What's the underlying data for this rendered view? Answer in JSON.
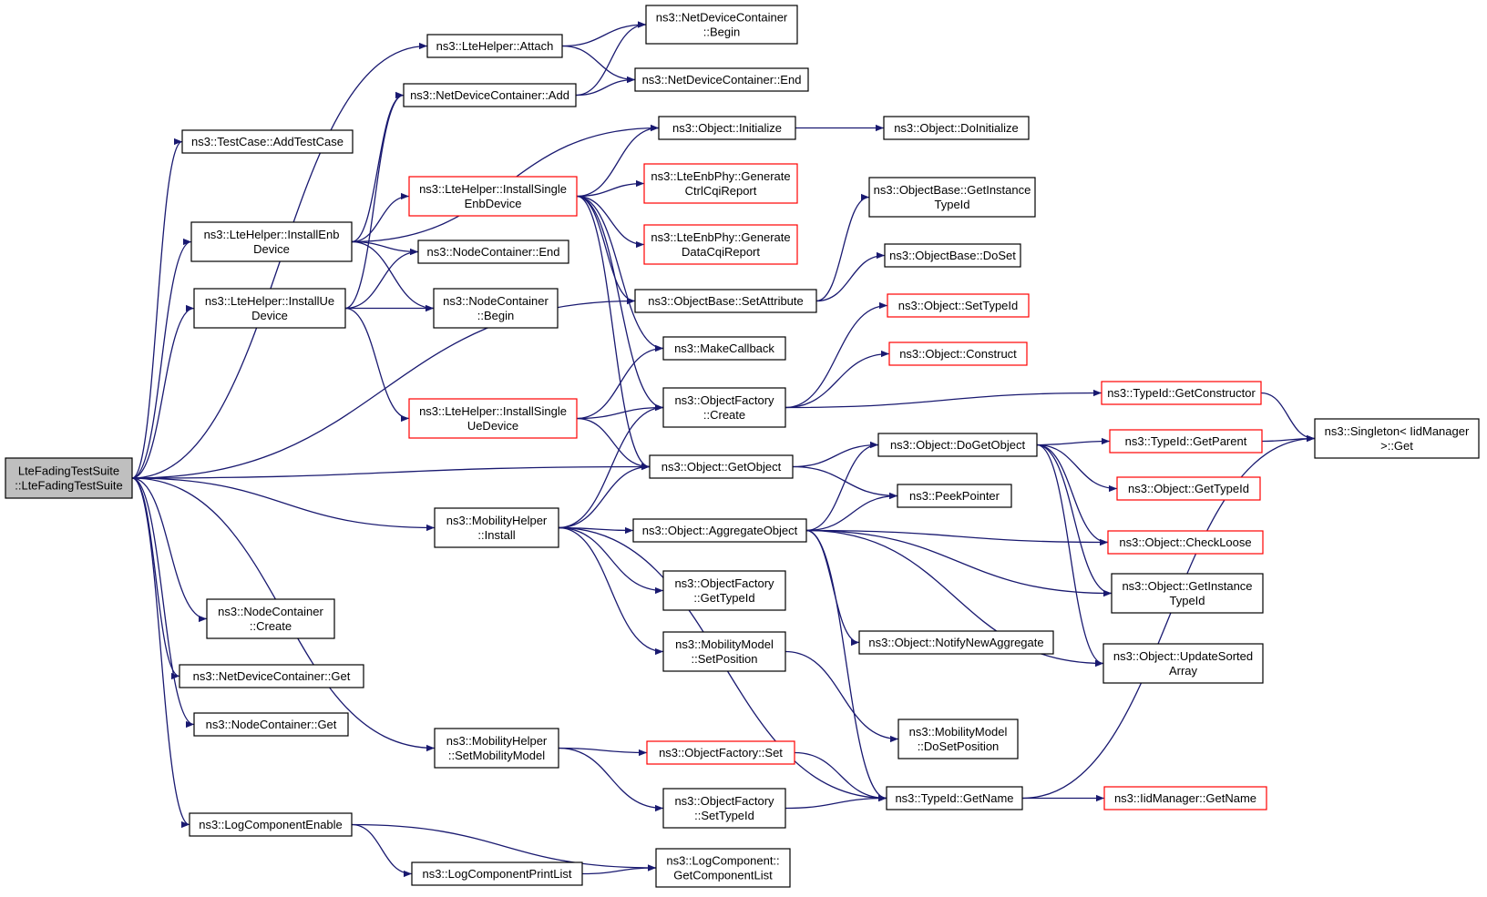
{
  "graph": {
    "edge_color": "#191970",
    "external_border_color": "#ff0000",
    "root_fill": "#bfbfbf",
    "nodes": [
      {
        "id": "root",
        "lines": [
          "LteFadingTestSuite",
          "::LteFadingTestSuite"
        ],
        "style": "root"
      },
      {
        "id": "addtestcase",
        "lines": [
          "ns3::TestCase::AddTestCase"
        ],
        "style": "normal"
      },
      {
        "id": "attach",
        "lines": [
          "ns3::LteHelper::Attach"
        ],
        "style": "normal"
      },
      {
        "id": "ndc_begin",
        "lines": [
          "ns3::NetDeviceContainer",
          "::Begin"
        ],
        "style": "normal"
      },
      {
        "id": "ndc_end",
        "lines": [
          "ns3::NetDeviceContainer::End"
        ],
        "style": "normal"
      },
      {
        "id": "ndc_add",
        "lines": [
          "ns3::NetDeviceContainer::Add"
        ],
        "style": "normal"
      },
      {
        "id": "obj_initialize",
        "lines": [
          "ns3::Object::Initialize"
        ],
        "style": "normal"
      },
      {
        "id": "obj_doinitialize",
        "lines": [
          "ns3::Object::DoInitialize"
        ],
        "style": "normal"
      },
      {
        "id": "install_single_enb",
        "lines": [
          "ns3::LteHelper::InstallSingle",
          "EnbDevice"
        ],
        "style": "red"
      },
      {
        "id": "gen_ctrl",
        "lines": [
          "ns3::LteEnbPhy::Generate",
          "CtrlCqiReport"
        ],
        "style": "red"
      },
      {
        "id": "gen_data",
        "lines": [
          "ns3::LteEnbPhy::Generate",
          "DataCqiReport"
        ],
        "style": "red"
      },
      {
        "id": "install_enb",
        "lines": [
          "ns3::LteHelper::InstallEnb",
          "Device"
        ],
        "style": "normal"
      },
      {
        "id": "nc_end",
        "lines": [
          "ns3::NodeContainer::End"
        ],
        "style": "normal"
      },
      {
        "id": "ob_getinstancetypeid",
        "lines": [
          "ns3::ObjectBase::GetInstance",
          "TypeId"
        ],
        "style": "normal"
      },
      {
        "id": "ob_doset",
        "lines": [
          "ns3::ObjectBase::DoSet"
        ],
        "style": "normal"
      },
      {
        "id": "install_ue",
        "lines": [
          "ns3::LteHelper::InstallUe",
          "Device"
        ],
        "style": "normal"
      },
      {
        "id": "nc_begin",
        "lines": [
          "ns3::NodeContainer",
          "::Begin"
        ],
        "style": "normal"
      },
      {
        "id": "ob_setattribute",
        "lines": [
          "ns3::ObjectBase::SetAttribute"
        ],
        "style": "normal"
      },
      {
        "id": "obj_settypeid",
        "lines": [
          "ns3::Object::SetTypeId"
        ],
        "style": "red"
      },
      {
        "id": "makecallback",
        "lines": [
          "ns3::MakeCallback"
        ],
        "style": "normal"
      },
      {
        "id": "obj_construct",
        "lines": [
          "ns3::Object::Construct"
        ],
        "style": "red"
      },
      {
        "id": "install_single_ue",
        "lines": [
          "ns3::LteHelper::InstallSingle",
          "UeDevice"
        ],
        "style": "red"
      },
      {
        "id": "of_create",
        "lines": [
          "ns3::ObjectFactory",
          "::Create"
        ],
        "style": "normal"
      },
      {
        "id": "tid_getconstructor",
        "lines": [
          "ns3::TypeId::GetConstructor"
        ],
        "style": "red"
      },
      {
        "id": "singleton_get",
        "lines": [
          "ns3::Singleton< IidManager",
          ">::Get"
        ],
        "style": "normal"
      },
      {
        "id": "obj_dogetobject",
        "lines": [
          "ns3::Object::DoGetObject"
        ],
        "style": "normal"
      },
      {
        "id": "tid_getparent",
        "lines": [
          "ns3::TypeId::GetParent"
        ],
        "style": "red"
      },
      {
        "id": "obj_getobject",
        "lines": [
          "ns3::Object::GetObject"
        ],
        "style": "normal"
      },
      {
        "id": "obj_gettypeid",
        "lines": [
          "ns3::Object::GetTypeId"
        ],
        "style": "red"
      },
      {
        "id": "peekpointer",
        "lines": [
          "ns3::PeekPointer"
        ],
        "style": "normal"
      },
      {
        "id": "mh_install",
        "lines": [
          "ns3::MobilityHelper",
          "::Install"
        ],
        "style": "normal"
      },
      {
        "id": "obj_aggregate",
        "lines": [
          "ns3::Object::AggregateObject"
        ],
        "style": "normal"
      },
      {
        "id": "obj_checkloose",
        "lines": [
          "ns3::Object::CheckLoose"
        ],
        "style": "red"
      },
      {
        "id": "of_gettypeid",
        "lines": [
          "ns3::ObjectFactory",
          "::GetTypeId"
        ],
        "style": "normal"
      },
      {
        "id": "obj_getinstancetypeid",
        "lines": [
          "ns3::Object::GetInstance",
          "TypeId"
        ],
        "style": "normal"
      },
      {
        "id": "nc_create",
        "lines": [
          "ns3::NodeContainer",
          "::Create"
        ],
        "style": "normal"
      },
      {
        "id": "obj_notifynewaggregate",
        "lines": [
          "ns3::Object::NotifyNewAggregate"
        ],
        "style": "normal"
      },
      {
        "id": "mm_setposition",
        "lines": [
          "ns3::MobilityModel",
          "::SetPosition"
        ],
        "style": "normal"
      },
      {
        "id": "obj_updatesortedarray",
        "lines": [
          "ns3::Object::UpdateSorted",
          "Array"
        ],
        "style": "normal"
      },
      {
        "id": "ndc_get",
        "lines": [
          "ns3::NetDeviceContainer::Get"
        ],
        "style": "normal"
      },
      {
        "id": "nc_get",
        "lines": [
          "ns3::NodeContainer::Get"
        ],
        "style": "normal"
      },
      {
        "id": "mm_dosetposition",
        "lines": [
          "ns3::MobilityModel",
          "::DoSetPosition"
        ],
        "style": "normal"
      },
      {
        "id": "mh_setmobilitymodel",
        "lines": [
          "ns3::MobilityHelper",
          "::SetMobilityModel"
        ],
        "style": "normal"
      },
      {
        "id": "of_set",
        "lines": [
          "ns3::ObjectFactory::Set"
        ],
        "style": "red"
      },
      {
        "id": "tid_getname",
        "lines": [
          "ns3::TypeId::GetName"
        ],
        "style": "normal"
      },
      {
        "id": "iid_getname",
        "lines": [
          "ns3::IidManager::GetName"
        ],
        "style": "red"
      },
      {
        "id": "of_settypeid",
        "lines": [
          "ns3::ObjectFactory",
          "::SetTypeId"
        ],
        "style": "normal"
      },
      {
        "id": "logcomponentenable",
        "lines": [
          "ns3::LogComponentEnable"
        ],
        "style": "normal"
      },
      {
        "id": "logcomponentprintlist",
        "lines": [
          "ns3::LogComponentPrintList"
        ],
        "style": "normal"
      },
      {
        "id": "lc_getcomponentlist",
        "lines": [
          "ns3::LogComponent::",
          "GetComponentList"
        ],
        "style": "normal"
      }
    ],
    "edges": [
      [
        "root",
        "addtestcase"
      ],
      [
        "root",
        "attach"
      ],
      [
        "root",
        "install_enb"
      ],
      [
        "root",
        "install_ue"
      ],
      [
        "root",
        "ob_setattribute"
      ],
      [
        "root",
        "obj_getobject"
      ],
      [
        "root",
        "mh_install"
      ],
      [
        "root",
        "nc_create"
      ],
      [
        "root",
        "ndc_get"
      ],
      [
        "root",
        "nc_get"
      ],
      [
        "root",
        "mh_setmobilitymodel"
      ],
      [
        "root",
        "logcomponentenable"
      ],
      [
        "attach",
        "ndc_begin"
      ],
      [
        "attach",
        "ndc_end"
      ],
      [
        "ndc_add",
        "ndc_begin"
      ],
      [
        "ndc_add",
        "ndc_end"
      ],
      [
        "install_enb",
        "ndc_add"
      ],
      [
        "install_enb",
        "obj_initialize"
      ],
      [
        "install_enb",
        "install_single_enb"
      ],
      [
        "install_enb",
        "nc_end"
      ],
      [
        "install_enb",
        "nc_begin"
      ],
      [
        "install_ue",
        "ndc_add"
      ],
      [
        "install_ue",
        "nc_end"
      ],
      [
        "install_ue",
        "nc_begin"
      ],
      [
        "install_ue",
        "install_single_ue"
      ],
      [
        "obj_initialize",
        "obj_doinitialize"
      ],
      [
        "install_single_enb",
        "obj_initialize"
      ],
      [
        "install_single_enb",
        "gen_ctrl"
      ],
      [
        "install_single_enb",
        "gen_data"
      ],
      [
        "install_single_enb",
        "ob_setattribute"
      ],
      [
        "install_single_enb",
        "makecallback"
      ],
      [
        "install_single_enb",
        "of_create"
      ],
      [
        "install_single_enb",
        "obj_getobject"
      ],
      [
        "ob_setattribute",
        "ob_getinstancetypeid"
      ],
      [
        "ob_setattribute",
        "ob_doset"
      ],
      [
        "install_single_ue",
        "makecallback"
      ],
      [
        "install_single_ue",
        "of_create"
      ],
      [
        "install_single_ue",
        "obj_getobject"
      ],
      [
        "of_create",
        "obj_settypeid"
      ],
      [
        "of_create",
        "obj_construct"
      ],
      [
        "of_create",
        "tid_getconstructor"
      ],
      [
        "tid_getconstructor",
        "singleton_get"
      ],
      [
        "obj_getobject",
        "obj_dogetobject"
      ],
      [
        "obj_getobject",
        "peekpointer"
      ],
      [
        "obj_dogetobject",
        "tid_getparent"
      ],
      [
        "obj_dogetobject",
        "obj_gettypeid"
      ],
      [
        "obj_dogetobject",
        "obj_checkloose"
      ],
      [
        "obj_dogetobject",
        "obj_getinstancetypeid"
      ],
      [
        "obj_dogetobject",
        "obj_updatesortedarray"
      ],
      [
        "tid_getparent",
        "singleton_get"
      ],
      [
        "mh_install",
        "of_create"
      ],
      [
        "mh_install",
        "obj_getobject"
      ],
      [
        "mh_install",
        "obj_aggregate"
      ],
      [
        "mh_install",
        "of_gettypeid"
      ],
      [
        "mh_install",
        "mm_setposition"
      ],
      [
        "mh_install",
        "tid_getname"
      ],
      [
        "obj_aggregate",
        "obj_dogetobject"
      ],
      [
        "obj_aggregate",
        "peekpointer"
      ],
      [
        "obj_aggregate",
        "obj_checkloose"
      ],
      [
        "obj_aggregate",
        "obj_getinstancetypeid"
      ],
      [
        "obj_aggregate",
        "obj_notifynewaggregate"
      ],
      [
        "obj_aggregate",
        "obj_updatesortedarray"
      ],
      [
        "obj_aggregate",
        "tid_getname"
      ],
      [
        "mm_setposition",
        "mm_dosetposition"
      ],
      [
        "mh_setmobilitymodel",
        "of_set"
      ],
      [
        "mh_setmobilitymodel",
        "of_settypeid"
      ],
      [
        "of_set",
        "tid_getname"
      ],
      [
        "of_settypeid",
        "tid_getname"
      ],
      [
        "tid_getname",
        "iid_getname"
      ],
      [
        "tid_getname",
        "singleton_get"
      ],
      [
        "logcomponentenable",
        "logcomponentprintlist"
      ],
      [
        "logcomponentenable",
        "lc_getcomponentlist"
      ],
      [
        "logcomponentprintlist",
        "lc_getcomponentlist"
      ]
    ]
  }
}
